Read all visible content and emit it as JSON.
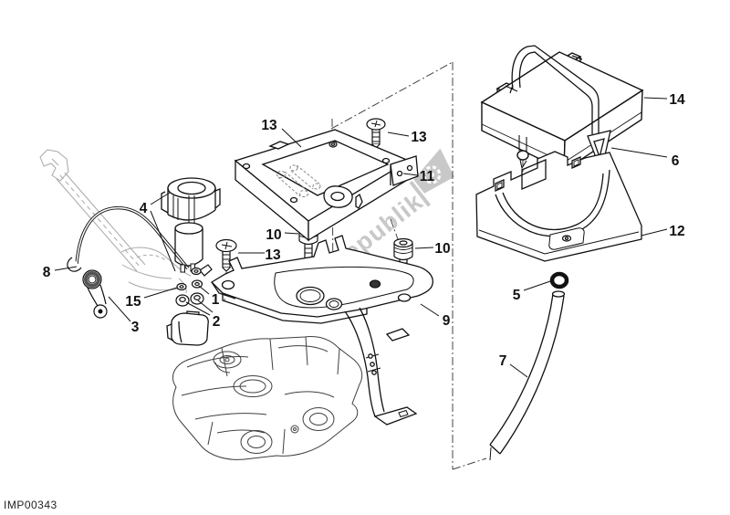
{
  "meta": {
    "drawing_code": "IMP00343",
    "watermark_text": "PartsRepublik"
  },
  "colors": {
    "background": "#ffffff",
    "line": "#1a1a1a",
    "ghost": "#a8a8a8",
    "watermark": "#c6c6c6",
    "label": "#111111"
  },
  "callouts": {
    "c1": {
      "label": "1"
    },
    "c2": {
      "label": "2"
    },
    "c3": {
      "label": "3"
    },
    "c4": {
      "label": "4"
    },
    "c5": {
      "label": "5"
    },
    "c6": {
      "label": "6"
    },
    "c7": {
      "label": "7"
    },
    "c8": {
      "label": "8"
    },
    "c9": {
      "label": "9"
    },
    "c10_left": {
      "label": "10"
    },
    "c10_right": {
      "label": "10"
    },
    "c11": {
      "label": "11"
    },
    "c12": {
      "label": "12"
    },
    "c13_top_left": {
      "label": "13"
    },
    "c13_top_right": {
      "label": "13"
    },
    "c13_mid_left": {
      "label": "13"
    },
    "c14": {
      "label": "14"
    },
    "c15": {
      "label": "15"
    }
  }
}
